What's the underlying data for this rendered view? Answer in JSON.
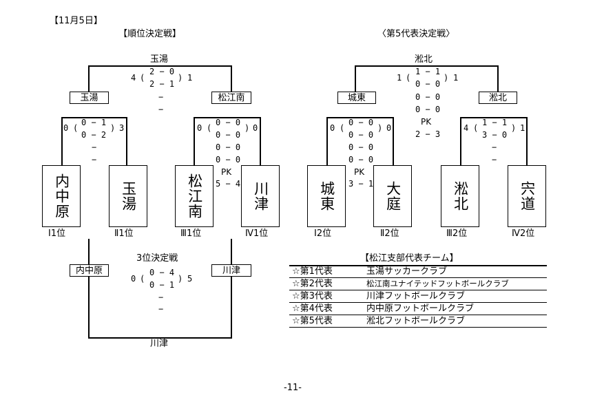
{
  "date": "【11月5日】",
  "left_title": "【順位決定戦】",
  "right_title": "〈第5代表決定戦〉",
  "left": {
    "winner": "玉湯",
    "final_score": [
      "4",
      "(",
      "2 − 0",
      "2 − 1",
      ")",
      "1"
    ],
    "final_extra": [
      "−",
      "−"
    ],
    "semi_left_label": "玉湯",
    "semi_right_label": "松江南",
    "semi_left_score": [
      "0",
      "(",
      "0 − 1",
      "0 − 2",
      ")",
      "3"
    ],
    "semi_left_extra": [
      "−",
      "−"
    ],
    "semi_right_score": [
      "0",
      "(",
      "0 − 0",
      "0 − 0",
      ")",
      "0"
    ],
    "semi_right_extra": [
      "0 − 0",
      "0 − 0"
    ],
    "semi_right_pk": "PK",
    "semi_right_pk_score": "5 − 4",
    "teams": [
      {
        "name": "内中原",
        "rank": "Ⅰ1位"
      },
      {
        "name": "玉湯",
        "rank": "Ⅱ1位"
      },
      {
        "name": "松江南",
        "rank": "Ⅲ1位"
      },
      {
        "name": "川津",
        "rank": "Ⅳ1位"
      }
    ],
    "third_title": "3位決定戦",
    "third_left_label": "内中原",
    "third_right_label": "川津",
    "third_score": [
      "0",
      "(",
      "0 − 4",
      "0 − 1",
      ")",
      "5"
    ],
    "third_extra": [
      "−",
      "−"
    ],
    "third_winner": "川津"
  },
  "right": {
    "winner": "淞北",
    "final_score": [
      "1",
      "(",
      "1 − 1",
      "0 − 0",
      ")",
      "1"
    ],
    "final_extra": [
      "0 − 0",
      "0 − 0"
    ],
    "final_pk": "PK",
    "final_pk_score": "2 − 3",
    "semi_left_label": "城東",
    "semi_right_label": "淞北",
    "semi_left_score": [
      "0",
      "(",
      "0 − 0",
      "0 − 0",
      ")",
      "0"
    ],
    "semi_left_extra": [
      "0 − 0",
      "0 − 0"
    ],
    "semi_left_pk": "PK",
    "semi_left_pk_score": "3 − 1",
    "semi_right_score": [
      "4",
      "(",
      "1 − 1",
      "3 − 0",
      ")",
      "1"
    ],
    "semi_right_extra": [
      "−",
      "−"
    ],
    "teams": [
      {
        "name": "城東",
        "rank": "Ⅰ2位"
      },
      {
        "name": "大庭",
        "rank": "Ⅱ2位"
      },
      {
        "name": "淞北",
        "rank": "Ⅲ2位"
      },
      {
        "name": "宍道",
        "rank": "Ⅳ2位"
      }
    ]
  },
  "reps": {
    "title": "【松江支部代表チーム】",
    "rows": [
      {
        "mark": "☆第1代表",
        "name": "玉湯サッカークラブ"
      },
      {
        "mark": "☆第2代表",
        "name": "松江南ユナイテッドフットボールクラブ"
      },
      {
        "mark": "☆第3代表",
        "name": "川津フットボールクラブ"
      },
      {
        "mark": "☆第4代表",
        "name": "内中原フットボールクラブ"
      },
      {
        "mark": "☆第5代表",
        "name": "淞北フットボールクラブ"
      }
    ]
  },
  "page_number": "-11-"
}
